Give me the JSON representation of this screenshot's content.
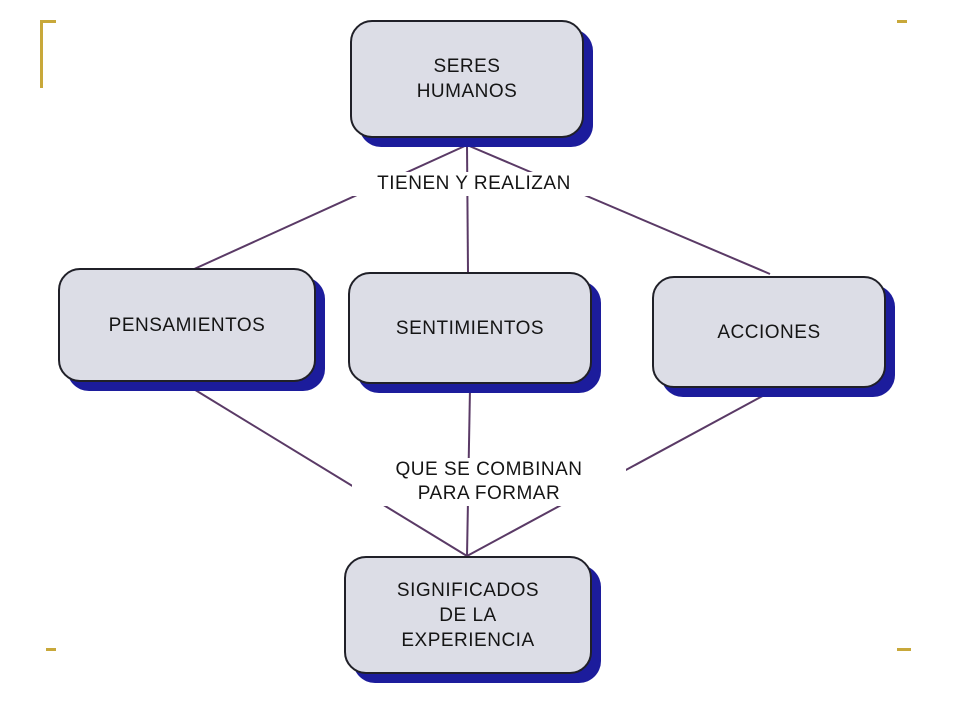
{
  "diagram": {
    "colors": {
      "node_fill": "#dcdde6",
      "node_border": "#202028",
      "node_shadow": "#1c1c9c",
      "connector": "#5a3a66",
      "slide_accent": "#c8a83a"
    },
    "nodes": {
      "top": "SERES\nHUMANOS",
      "left": "PENSAMIENTOS",
      "middle": "SENTIMIENTOS",
      "right": "ACCIONES",
      "bottom": "SIGNIFICADOS\nDE LA\nEXPERIENCIA"
    },
    "edge_labels": {
      "upper": "TIENEN Y REALIZAN",
      "lower": "QUE SE COMBINAN\nPARA FORMAR"
    }
  }
}
